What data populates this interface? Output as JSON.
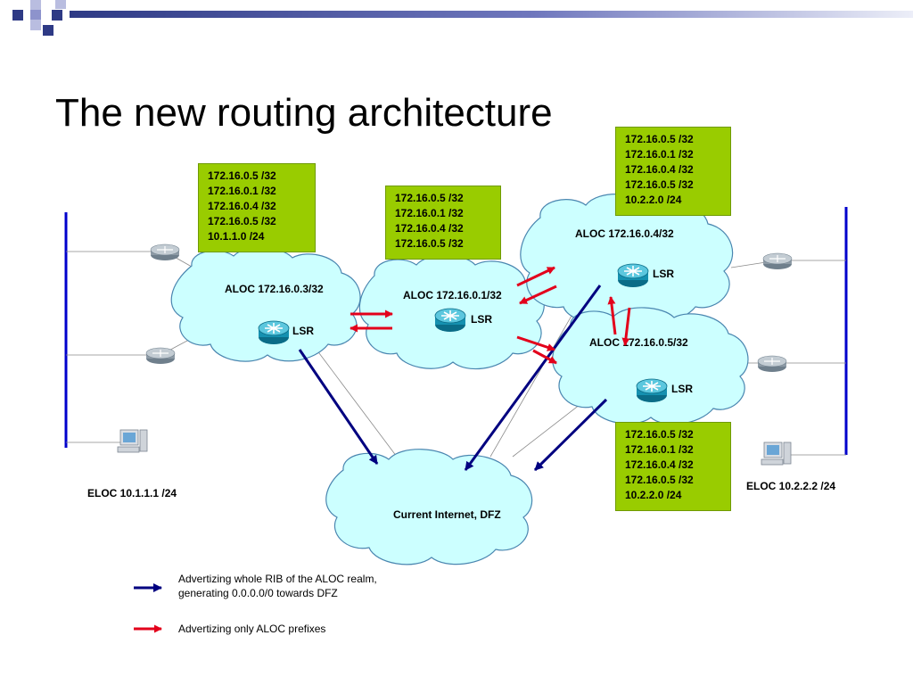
{
  "title": "The new routing architecture",
  "colors": {
    "cloud_fill": "#ccffff",
    "cloud_stroke": "#4a86b0",
    "rib_box": "#99cc00",
    "blue_arrow": "#000080",
    "red_arrow": "#e3001b",
    "lan_line": "#0000cc",
    "header_dark": "#2e3a85",
    "header_light": "#b9bde0"
  },
  "clouds": {
    "aloc3": "ALOC 172.16.0.3/32",
    "aloc1": "ALOC 172.16.0.1/32",
    "aloc4": "ALOC 172.16.0.4/32",
    "aloc5": "ALOC 172.16.0.5/32",
    "internet": "Current Internet, DFZ"
  },
  "lsr_label": "LSR",
  "rib_boxes": {
    "box_a": [
      "172.16.0.5 /32",
      "172.16.0.1 /32",
      "172.16.0.4 /32",
      "172.16.0.5 /32",
      "10.1.1.0 /24"
    ],
    "box_b": [
      "172.16.0.5 /32",
      "172.16.0.1 /32",
      "172.16.0.4 /32",
      "172.16.0.5 /32"
    ],
    "box_c": [
      "172.16.0.5 /32",
      "172.16.0.1 /32",
      "172.16.0.4 /32",
      "172.16.0.5 /32",
      "10.2.2.0 /24"
    ],
    "box_d": [
      "172.16.0.5 /32",
      "172.16.0.1 /32",
      "172.16.0.4 /32",
      "172.16.0.5 /32",
      "10.2.2.0 /24"
    ]
  },
  "elocs": {
    "left": "ELOC 10.1.1.1 /24",
    "right": "ELOC 10.2.2.2 /24"
  },
  "legend": {
    "blue": "Advertizing whole RIB of the ALOC realm, generating 0.0.0.0/0 towards DFZ",
    "red": "Advertizing only ALOC prefixes"
  },
  "icons": [
    "router-icon",
    "lsr-router-icon",
    "workstation-icon"
  ]
}
